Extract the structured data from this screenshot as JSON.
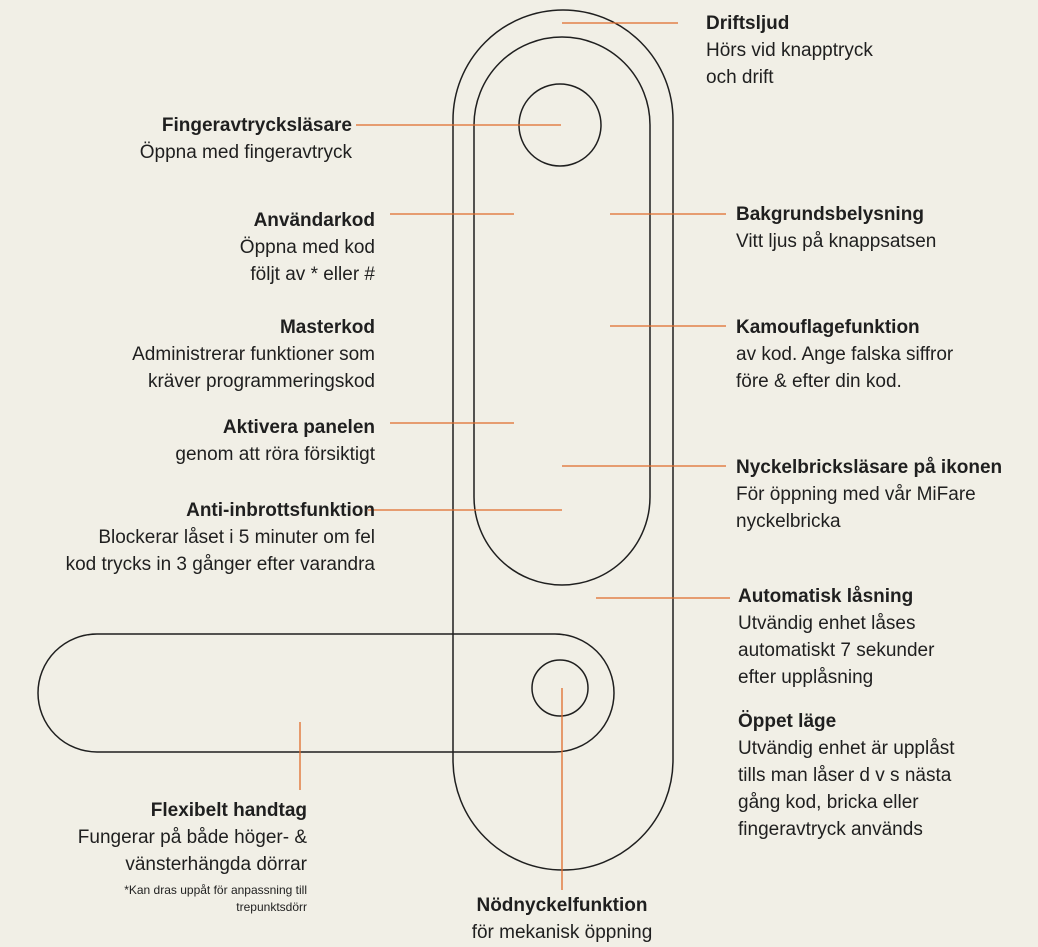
{
  "colors": {
    "background": "#f1efe6",
    "outline": "#1f1f1f",
    "leader": "#e06b2b"
  },
  "labels": {
    "driftsljud": {
      "title": "Driftsljud",
      "lines": [
        "Hörs vid knapptryck",
        "och drift"
      ]
    },
    "fingeravtryck": {
      "title": "Fingeravtrycksläsare",
      "lines": [
        "Öppna med fingeravtryck"
      ]
    },
    "anvandarkod": {
      "title": "Användarkod",
      "lines": [
        "Öppna med kod",
        "följt av * eller #"
      ]
    },
    "bakgrund": {
      "title": "Bakgrundsbelysning",
      "lines": [
        "Vitt ljus på knappsatsen"
      ]
    },
    "masterkod": {
      "title": "Masterkod",
      "lines": [
        "Administrerar funktioner som",
        "kräver programmeringskod"
      ]
    },
    "kamouflage": {
      "title": "Kamouflagefunktion",
      "lines": [
        "av kod. Ange falska siffror",
        "före & efter din kod."
      ]
    },
    "aktivera": {
      "title": "Aktivera panelen",
      "lines": [
        "genom att röra försiktigt"
      ]
    },
    "nyckelbricka": {
      "title": "Nyckelbricksläsare på ikonen",
      "lines": [
        "För öppning med vår MiFare",
        "nyckelbricka"
      ]
    },
    "antiinbrott": {
      "title": "Anti-inbrottsfunktion",
      "lines": [
        "Blockerar låset i 5 minuter om fel",
        "kod trycks in 3 gånger efter varandra"
      ]
    },
    "automatisk": {
      "title": "Automatisk låsning",
      "lines": [
        "Utvändig enhet låses",
        "automatiskt 7 sekunder",
        "efter upplåsning"
      ]
    },
    "oppet": {
      "title": "Öppet läge",
      "lines": [
        "Utvändig enhet är upplåst",
        "tills man låser d v s nästa",
        "gång kod, bricka eller",
        "fingeravtryck används"
      ]
    },
    "handtag": {
      "title": "Flexibelt handtag",
      "lines": [
        "Fungerar på både höger- &",
        "vänsterhängda dörrar"
      ],
      "note": [
        "*Kan dras uppåt för anpassning till",
        "trepunktsdörr"
      ]
    },
    "nodnyckel": {
      "title": "Nödnyckelfunktion",
      "lines": [
        "för mekanisk öppning"
      ]
    }
  }
}
